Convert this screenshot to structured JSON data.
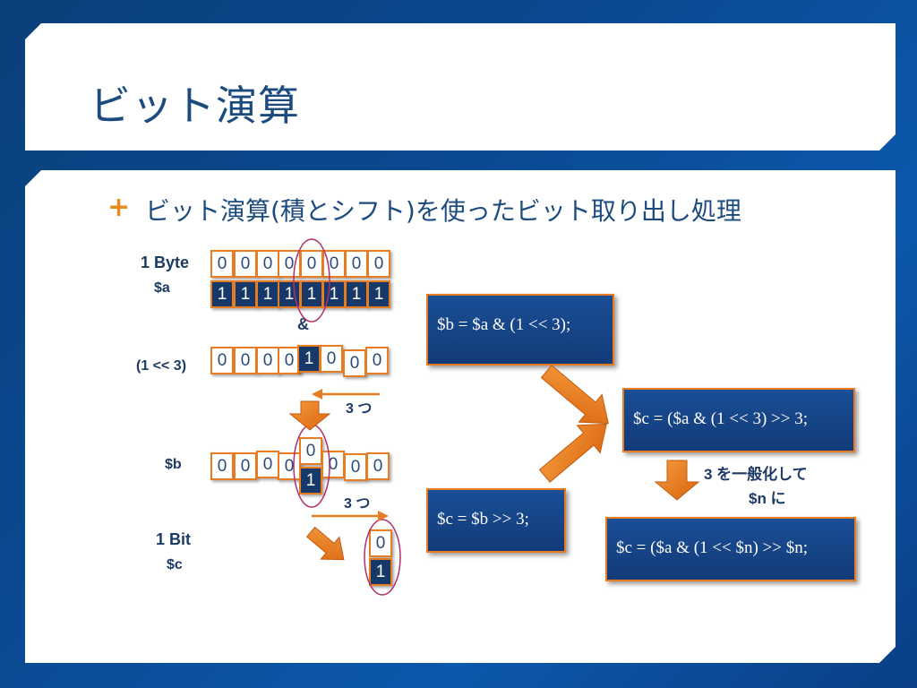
{
  "slide": {
    "title": "ビット演算",
    "bullet_mark": "+",
    "bullet_text": "ビット演算(積とシフト)を使ったビット取り出し処理"
  },
  "labels": {
    "byte_count": "1",
    "byte_unit": "Byte",
    "var_a": "$a",
    "and_symbol": "&",
    "mask_expr": "(1 << 3)",
    "shift_note_num": "3",
    "shift_note_kana": "つ",
    "var_b": "$b",
    "bit_count": "1",
    "bit_unit": "Bit",
    "var_c": "$c",
    "generalize_line1": "3 を一般化して",
    "generalize_line2": "$n に"
  },
  "bits": {
    "a_top": [
      "0",
      "0",
      "0",
      "0",
      "0",
      "0",
      "0",
      "0"
    ],
    "a_bottom": [
      "1",
      "1",
      "1",
      "1",
      "1",
      "1",
      "1",
      "1"
    ],
    "mask": [
      "0",
      "0",
      "0",
      "0",
      "1",
      "0",
      "0",
      "0"
    ],
    "b_row": [
      "0",
      "0",
      "0",
      "0",
      "0",
      "0",
      "0"
    ],
    "b_raised_top": "0",
    "b_raised_bottom": "1",
    "c_top": "0",
    "c_bottom": "1"
  },
  "code": {
    "b_assign": "$b = $a & (1 << 3);",
    "c_shift": "$c = $b >> 3;",
    "c_combined": "$c = ($a & (1 << 3) >> 3;",
    "c_general": "$c = ($a & (1 << $n) >> $n;"
  },
  "colors": {
    "accent_orange": "#e87c22",
    "dark_bit": "#17396a",
    "highlight_ellipse": "#b0306a",
    "title_blue": "#1c4b80"
  }
}
